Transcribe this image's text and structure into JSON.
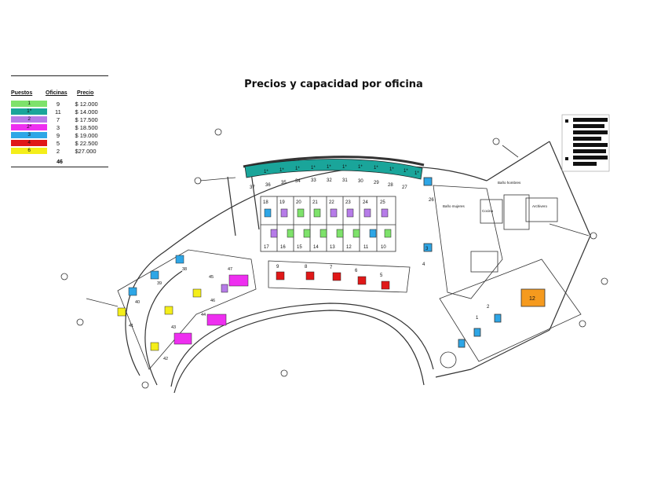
{
  "title": "Precios y capacidad por oficina",
  "legend": {
    "headers": {
      "puestos": "Puestos",
      "oficinas": "Oficinas",
      "precio": "Precio"
    },
    "rows": [
      {
        "puestos": "1",
        "oficinas": "9",
        "precio": "$ 12.000",
        "color": "#7ee26b"
      },
      {
        "puestos": "1*",
        "oficinas": "11",
        "precio": "$ 14.000",
        "color": "#1aa59a"
      },
      {
        "puestos": "2",
        "oficinas": "7",
        "precio": "$ 17.500",
        "color": "#b67ce8"
      },
      {
        "puestos": "2*",
        "oficinas": "3",
        "precio": "$ 18.500",
        "color": "#ee2ff0"
      },
      {
        "puestos": "3",
        "oficinas": "9",
        "precio": "$ 19.000",
        "color": "#2ea6e6"
      },
      {
        "puestos": "4",
        "oficinas": "5",
        "precio": "$ 22.500",
        "color": "#e01818"
      },
      {
        "puestos": "6",
        "oficinas": "2",
        "precio": "$27.000",
        "color": "#f4ee1a"
      }
    ],
    "total": "46"
  },
  "plan": {
    "top_strip_labels": [
      "1*",
      "1*",
      "1*",
      "1*",
      "1*",
      "1*",
      "1*",
      "1*",
      "1*",
      "1*",
      "1*"
    ],
    "top_room_numbers": [
      "37",
      "36",
      "35",
      "34",
      "33",
      "32",
      "31",
      "30",
      "29",
      "28",
      "27"
    ],
    "upper_row_numbers": [
      "18",
      "19",
      "20",
      "21",
      "22",
      "23",
      "24",
      "25"
    ],
    "lower_row_numbers": [
      "17",
      "16",
      "15",
      "14",
      "13",
      "12",
      "11",
      "10"
    ],
    "red_room_numbers": [
      "9",
      "8",
      "7",
      "6",
      "5"
    ],
    "right_labels": [
      "26",
      "3",
      "4",
      "2",
      "1",
      "12"
    ],
    "room_texts": [
      "Baño mujeres",
      "Baño hombres",
      "Archivero",
      "Cocina"
    ],
    "left_numbers": [
      "47",
      "46",
      "45",
      "44",
      "43",
      "42",
      "41",
      "40",
      "39",
      "38"
    ]
  }
}
